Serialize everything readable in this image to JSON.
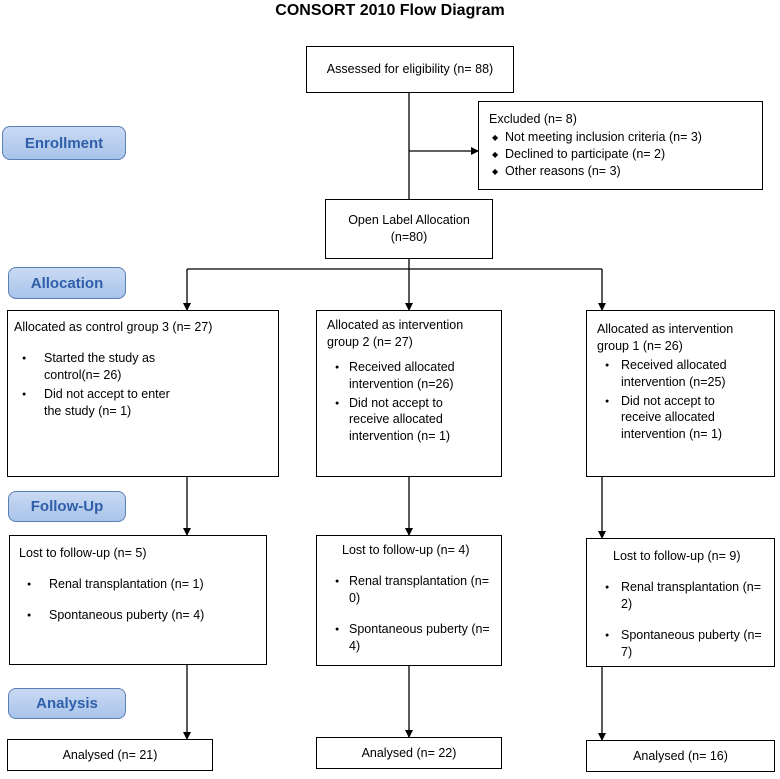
{
  "title": "CONSORT 2010 Flow Diagram",
  "stages": {
    "enrollment": "Enrollment",
    "allocation": "Allocation",
    "followup": "Follow-Up",
    "analysis": "Analysis"
  },
  "assessed": "Assessed for eligibility (n= 88)",
  "excluded": {
    "heading": "Excluded (n= 8)",
    "items": [
      "Not meeting inclusion criteria (n= 3)",
      "Declined to participate (n= 2)",
      "Other reasons (n= 3)"
    ]
  },
  "open_label": {
    "line1": "Open Label Allocation",
    "line2": "(n=80)"
  },
  "allocation": [
    {
      "heading": "Allocated as control group 3 (n= 27)",
      "items": [
        "Started the study as control(n= 26)",
        "Did not accept to enter the study (n= 1)"
      ]
    },
    {
      "heading": "Allocated as intervention group 2 (n= 27)",
      "items": [
        "Received allocated intervention (n=26)",
        "Did not accept to receive allocated intervention (n= 1)"
      ]
    },
    {
      "heading": "Allocated as intervention group 1 (n= 26)",
      "items": [
        "Received allocated intervention (n=25)",
        "Did not accept to receive allocated intervention (n= 1)"
      ]
    }
  ],
  "followup": [
    {
      "heading": "Lost to follow-up (n= 5)",
      "items": [
        "Renal transplantation (n= 1)",
        "Spontaneous puberty (n= 4)"
      ]
    },
    {
      "heading": "Lost to follow-up (n= 4)",
      "items": [
        "Renal transplantation (n= 0)",
        "Spontaneous puberty (n= 4)"
      ]
    },
    {
      "heading": "Lost to follow-up (n= 9)",
      "items": [
        "Renal transplantation (n= 2)",
        "Spontaneous puberty (n= 7)"
      ]
    }
  ],
  "analysis": [
    "Analysed (n= 21)",
    "Analysed (n= 22)",
    "Analysed (n= 16)"
  ]
}
